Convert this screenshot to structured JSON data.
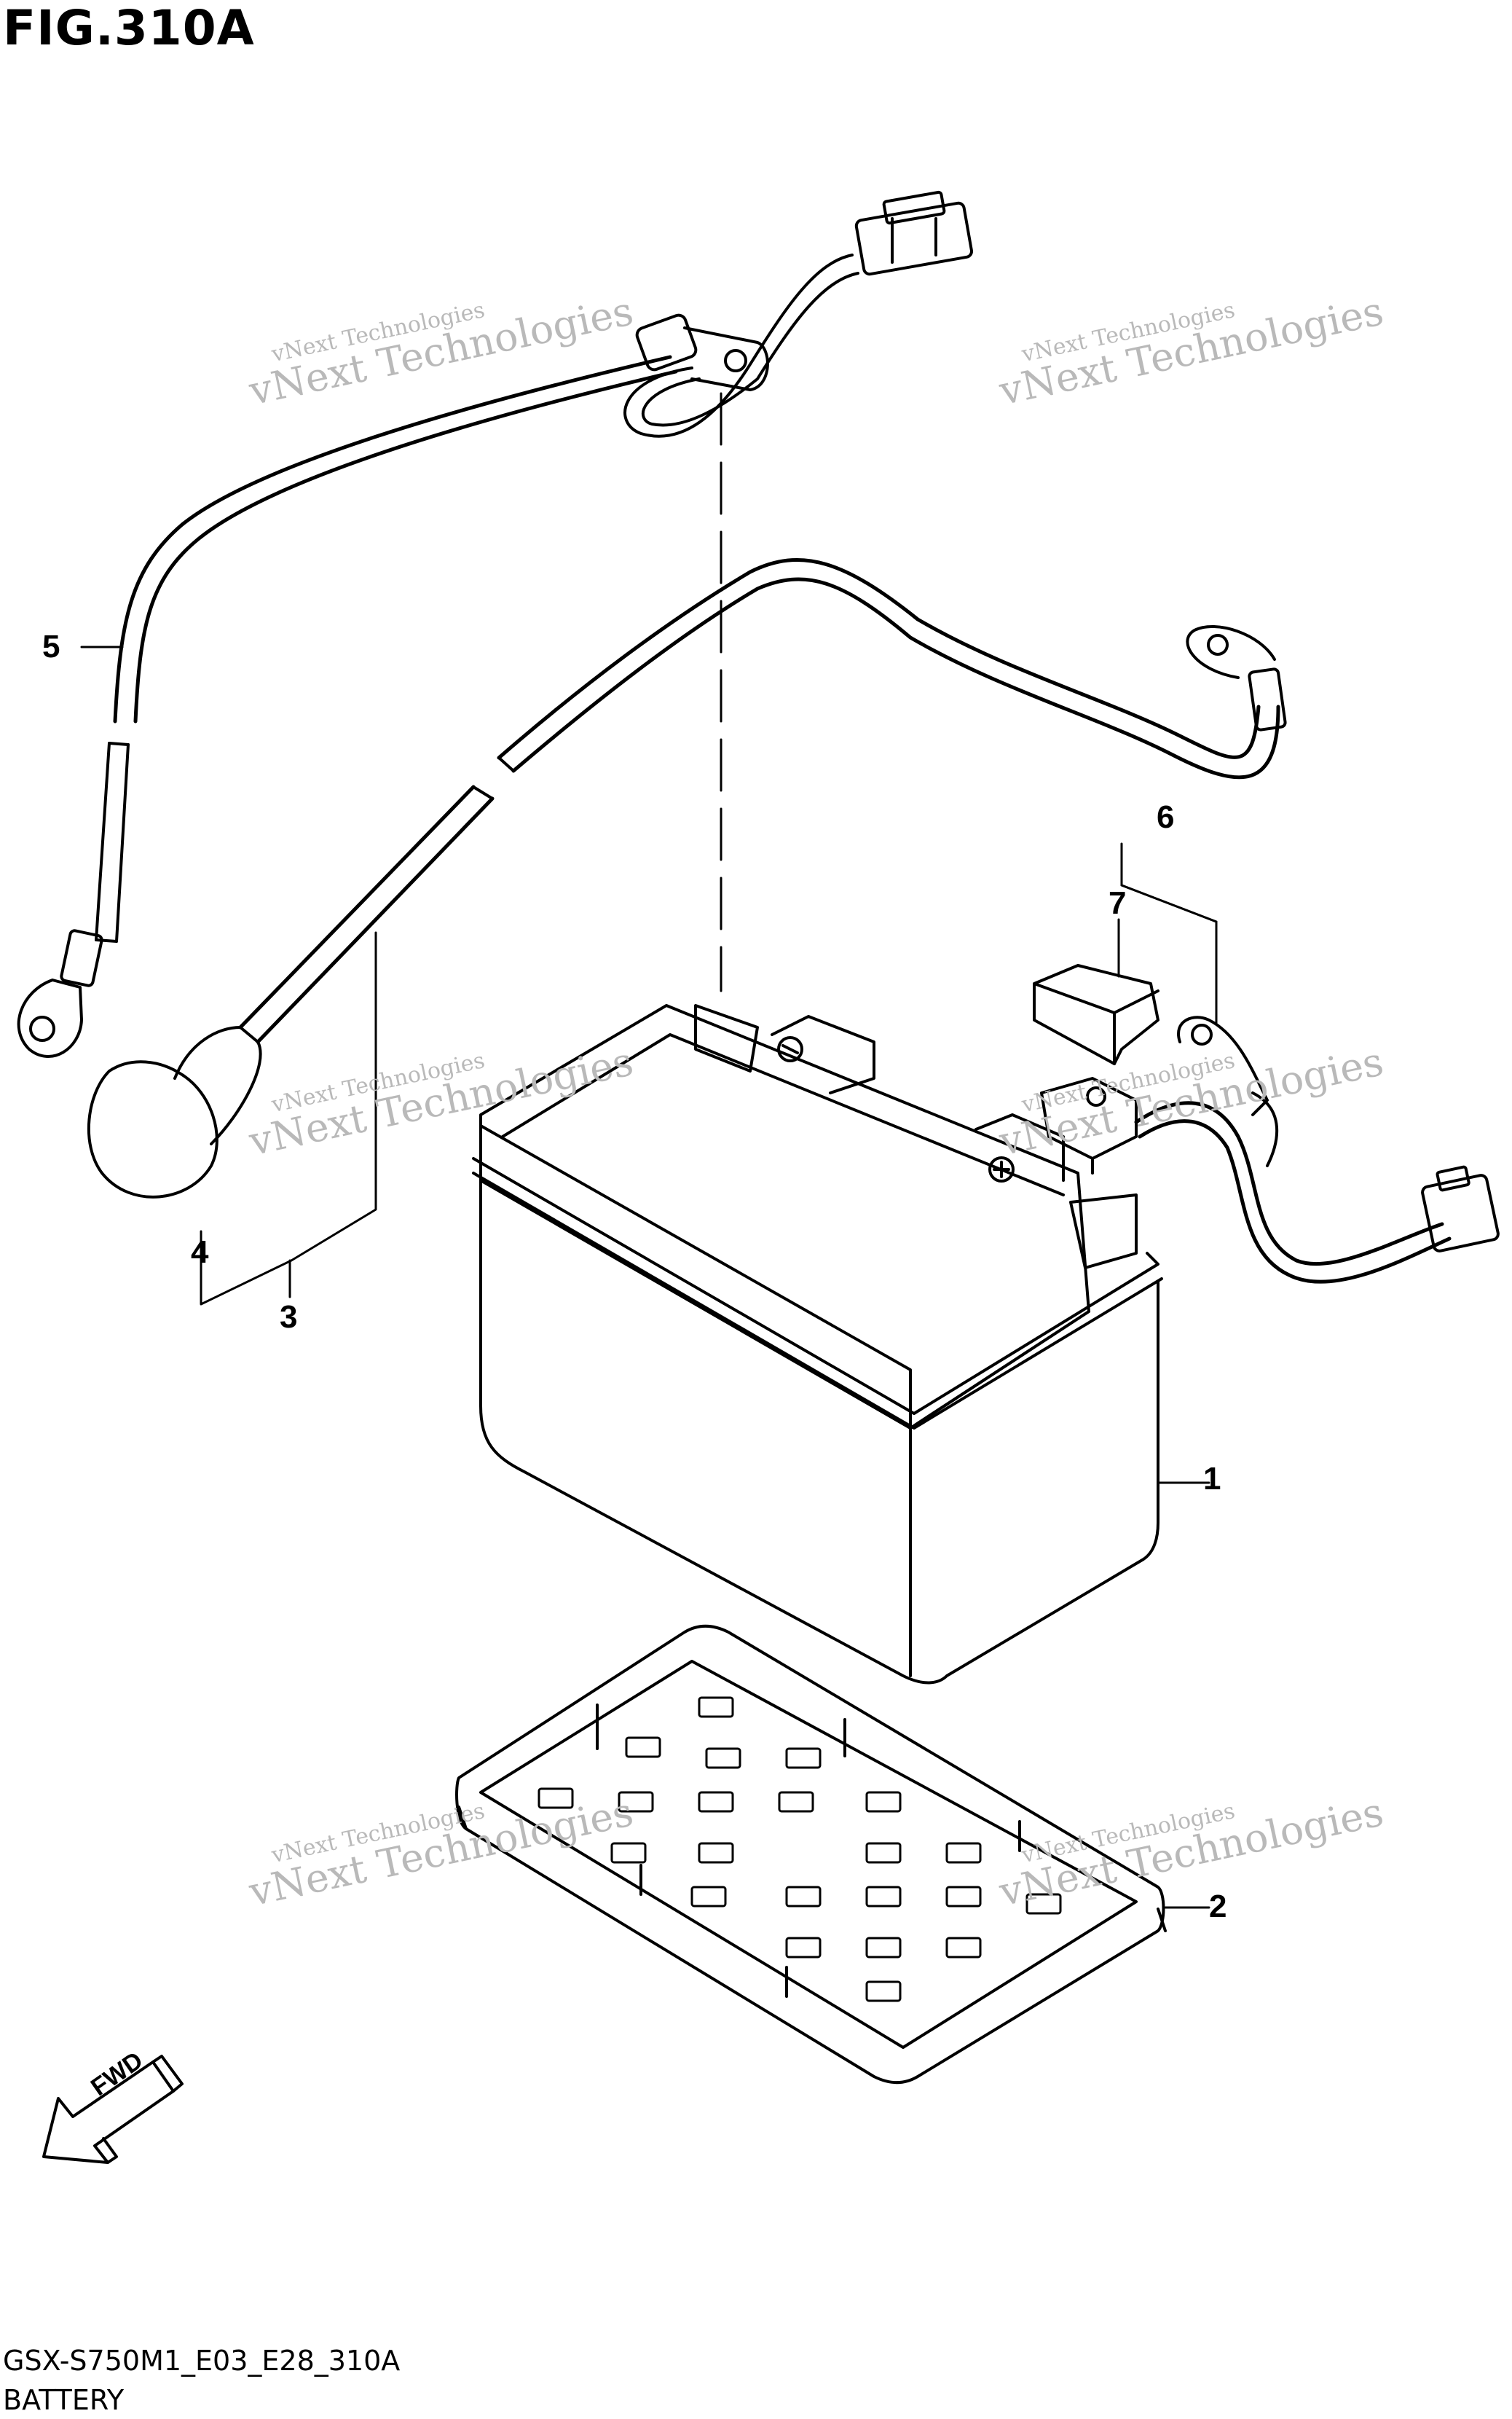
{
  "figure": {
    "title": "FIG.310A",
    "code": "GSX-S750M1_E03_E28_310A",
    "name": "BATTERY"
  },
  "callouts": [
    "1",
    "2",
    "3",
    "4",
    "5",
    "6",
    "7"
  ],
  "watermark": {
    "line1": "vNext Technologies",
    "line2": "vNext Technologies"
  },
  "fwd_label": "FWD",
  "colors": {
    "ink": "#000000",
    "watermark": "#b9b9b9",
    "background": "#ffffff"
  }
}
